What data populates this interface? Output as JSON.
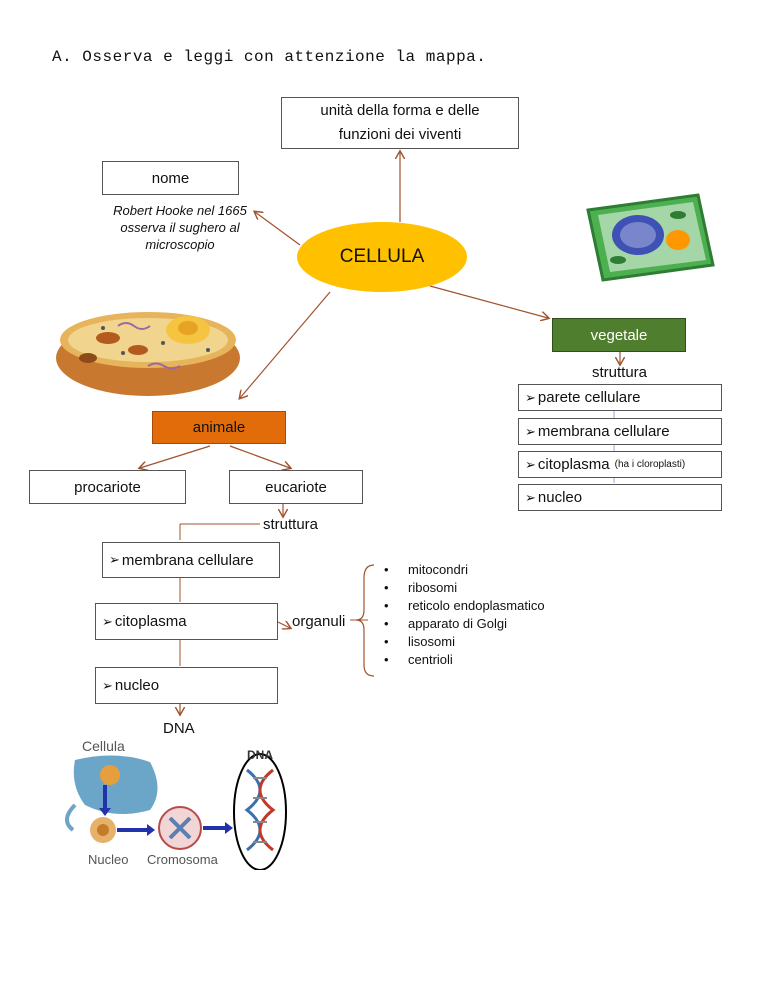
{
  "instruction": "A. Osserva e leggi con attenzione la mappa.",
  "central": "CELLULA",
  "top_box": "unità della forma e delle funzioni dei viventi",
  "nome_box": "nome",
  "hooke_text": "Robert Hooke nel 1665 osserva il sughero al microscopio",
  "vegetale": {
    "label": "vegetale",
    "struttura": "struttura",
    "items": [
      "parete cellulare",
      "membrana cellulare",
      "citoplasma",
      "nucleo"
    ],
    "citoplasma_note": "(ha i cloroplasti)"
  },
  "animale": {
    "label": "animale",
    "procariote": "procariote",
    "eucariote": "eucariote",
    "struttura": "struttura",
    "items": [
      "membrana cellulare",
      "citoplasma",
      "nucleo"
    ],
    "organuli": "organuli",
    "organelles": [
      "mitocondri",
      "ribosomi",
      "reticolo endoplasmatico",
      "apparato di Golgi",
      "lisosomi",
      "centrioli"
    ],
    "dna": "DNA"
  },
  "dna_figure": {
    "cellula": "Cellula",
    "nucleo": "Nucleo",
    "cromosoma": "Cromosoma",
    "dna": "DNA"
  },
  "colors": {
    "central_fill": "#FFC000",
    "vegetale_fill": "#4F7F2E",
    "animale_fill": "#E36C0A",
    "arrow": "#A0522D"
  }
}
